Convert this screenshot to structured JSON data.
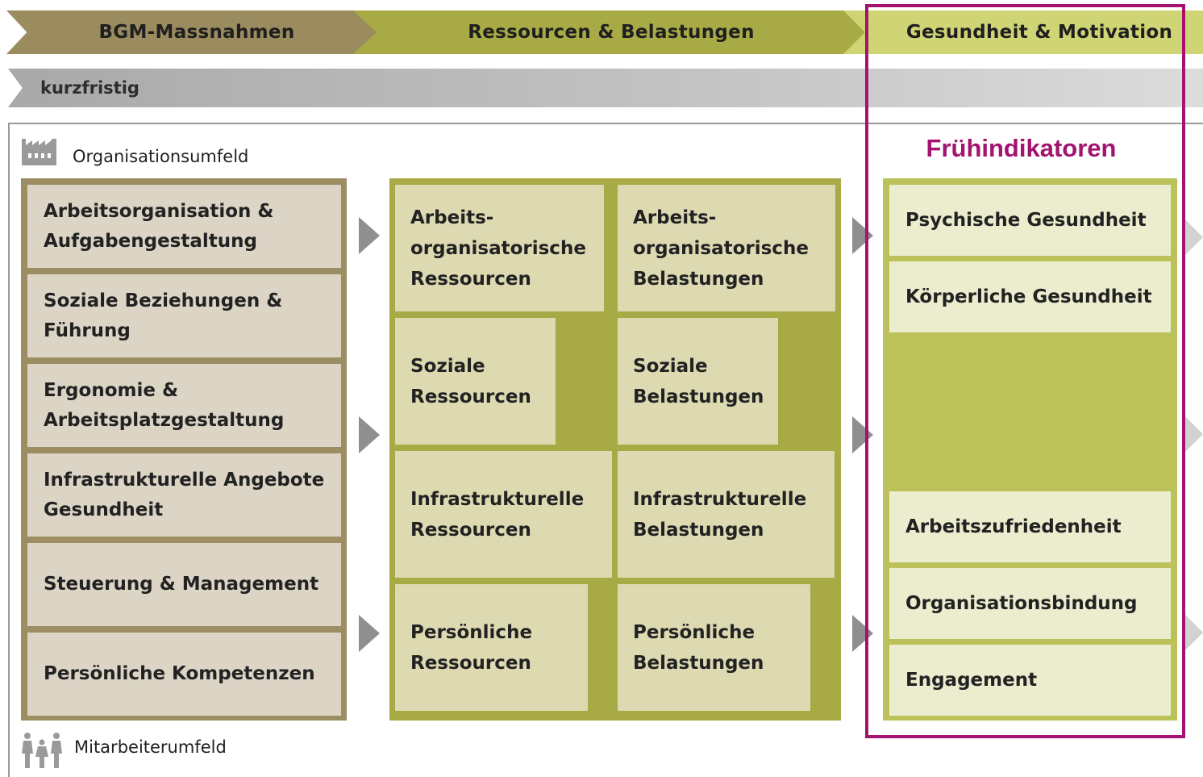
{
  "header": {
    "step1": "BGM-Massnahmen",
    "step2": "Ressourcen & Belastungen",
    "step3": "Gesundheit & Motivation"
  },
  "timeframe": "kurzfristig",
  "labels": {
    "organisation": "Organisationsumfeld",
    "employees": "Mitarbeiterumfeld",
    "early_indicators": "Frühindikatoren"
  },
  "measures": [
    "Arbeitsorganisation & Aufgabengestaltung",
    "Soziale Beziehungen & Führung",
    "Ergonomie & Arbeitsplatzgestaltung",
    "Infrastrukturelle Angebote Gesundheit",
    "Steuerung & Management",
    "Persönliche Kompetenzen"
  ],
  "resources": [
    "Arbeits- organisatorische Ressourcen",
    "Soziale Ressourcen",
    "Infrastrukturelle Ressourcen",
    "Persönliche Ressourcen"
  ],
  "burdens": [
    "Arbeits- organisatorische Belastungen",
    "Soziale Belastungen",
    "Infrastrukturelle Belastungen",
    "Persönliche Belastungen"
  ],
  "outcomes": [
    "Psychische Gesundheit",
    "Körperliche Gesundheit",
    "Arbeitszufriedenheit",
    "Organisationsbindung",
    "Engagement"
  ],
  "colors": {
    "measures": "#9c8e62",
    "resources": "#a7aa45",
    "outcomes": "#bcc25a",
    "highlight": "#a3136f"
  }
}
